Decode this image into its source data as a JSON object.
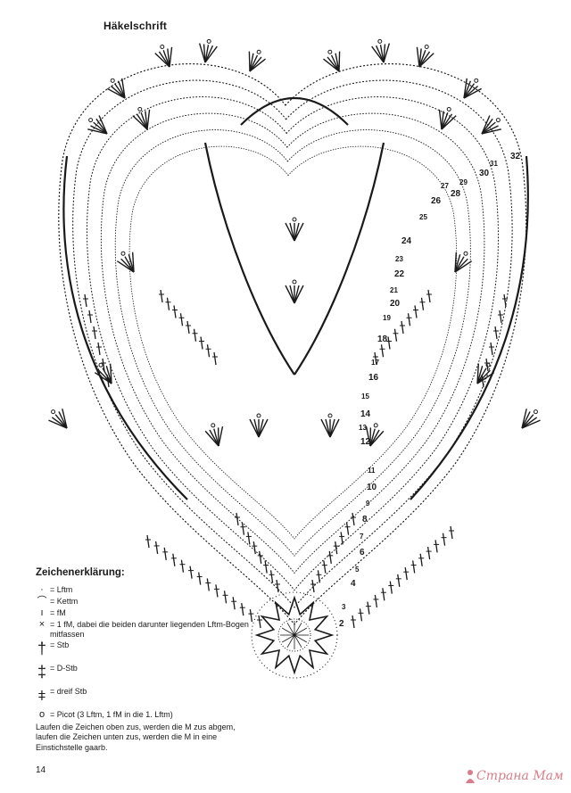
{
  "title": "Häkelschrift",
  "legend": {
    "heading": "Zeichenerklärung:",
    "items": [
      {
        "symbol": "·",
        "text": "= Lftm"
      },
      {
        "symbol": "⌒",
        "text": "= Kettm"
      },
      {
        "symbol": "ı",
        "text": "= fM"
      },
      {
        "symbol": "×",
        "text": "= 1 fM, dabei die beiden darunter liegenden Lftm-Bogen mitfassen"
      },
      {
        "symbol": "†",
        "text": "= Stb"
      },
      {
        "symbol": "‡",
        "text": "= D-Stb"
      },
      {
        "symbol": "⧧",
        "text": "= dreif Stb"
      },
      {
        "symbol": "ᴏ",
        "text": "= Picot (3 Lftm, 1 fM in die 1. Lftm)"
      }
    ]
  },
  "note": "Laufen die Zeichen oben zus, werden die M zus abgem, laufen die Zeichen unten zus, werden die M in eine Einstichstelle gaarb.",
  "page_number": "14",
  "watermark": "Страна Мам",
  "round_numbers": [
    "2",
    "3",
    "4",
    "5",
    "6",
    "7",
    "8",
    "9",
    "10",
    "11",
    "12",
    "13",
    "14",
    "15",
    "16",
    "17",
    "18",
    "19",
    "20",
    "21",
    "22",
    "23",
    "24",
    "25",
    "26",
    "27",
    "28",
    "29",
    "30",
    "31",
    "32"
  ],
  "colors": {
    "ink": "#1a1a1a",
    "paper": "#ffffff",
    "watermark": "#d87d8a"
  }
}
